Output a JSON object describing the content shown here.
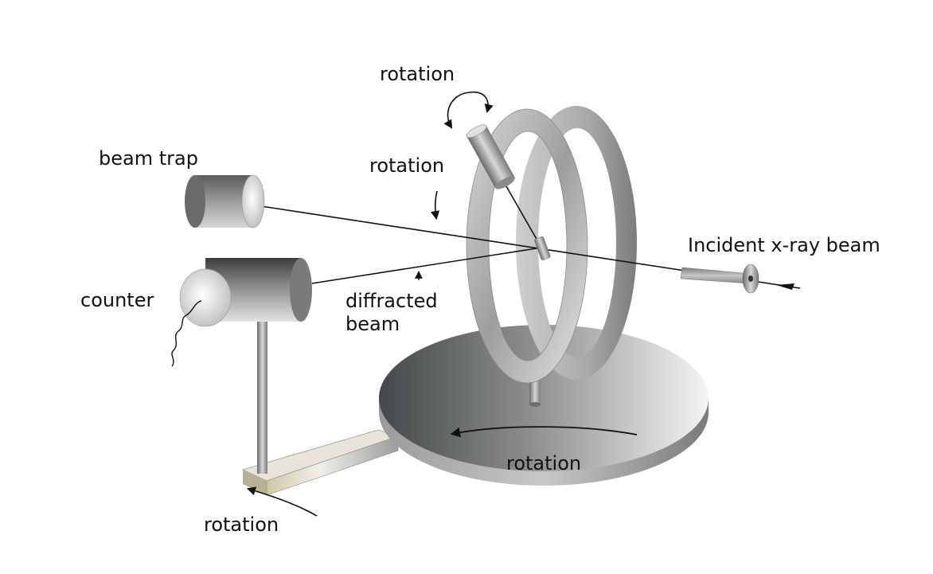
{
  "labels": {
    "beam_trap": "beam trap",
    "counter": "counter",
    "rotation_top": "rotation",
    "rotation_goniometer": "rotation",
    "diffracted_line1": "diffracted",
    "diffracted_line2": "beam",
    "incident_beam": "Incident x-ray beam",
    "rotation_base": "rotation",
    "rotation_arm": "rotation"
  },
  "colors": {
    "ink": "#111111",
    "metal_light": "#f2f2f2",
    "metal_mid": "#a9a9a9",
    "metal_dark": "#555555",
    "platform_dark": "#4a4e4a",
    "arm_tint": "#cfc8a8"
  }
}
